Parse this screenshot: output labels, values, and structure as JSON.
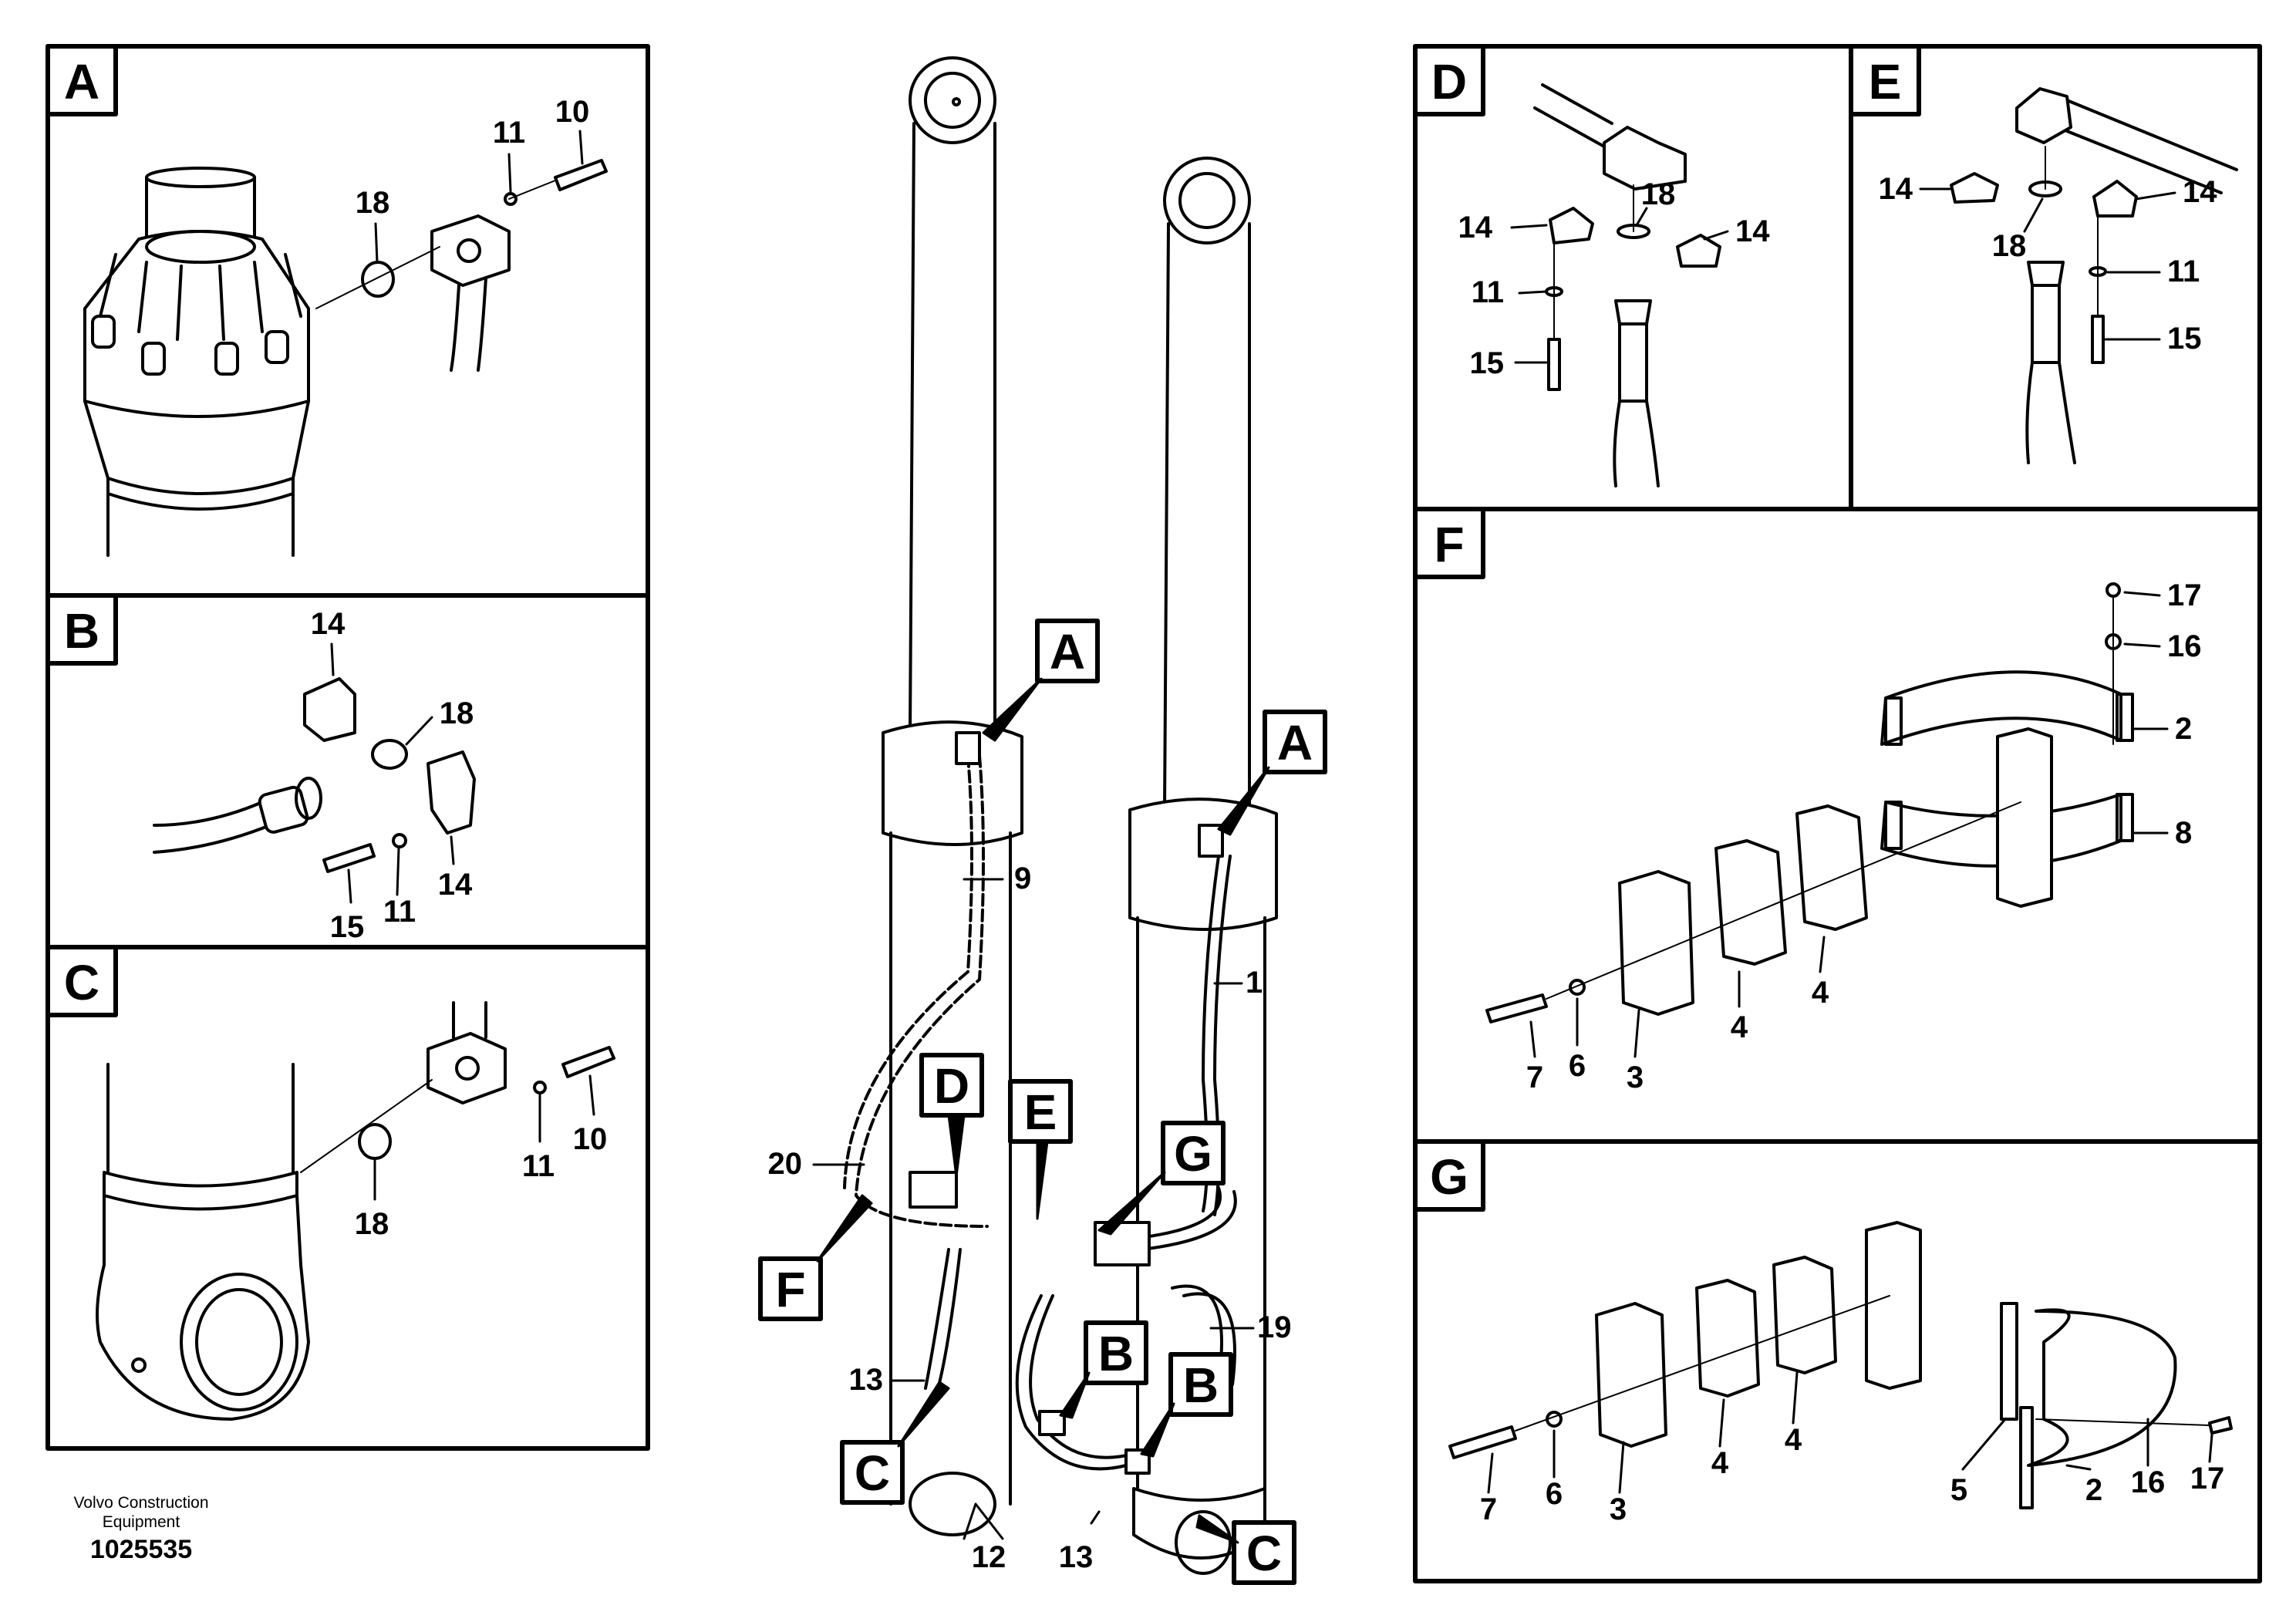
{
  "footer": {
    "company": "Volvo Construction",
    "company2": "Equipment",
    "drawing_number": "1025535"
  },
  "panels": {
    "A": {
      "letter": "A",
      "callouts": [
        "10",
        "11",
        "18"
      ]
    },
    "B": {
      "letter": "B",
      "callouts": [
        "14",
        "18",
        "15",
        "11",
        "14"
      ]
    },
    "C": {
      "letter": "C",
      "callouts": [
        "10",
        "11",
        "18"
      ]
    },
    "D": {
      "letter": "D",
      "callouts": [
        "14",
        "18",
        "14",
        "11",
        "15"
      ]
    },
    "E": {
      "letter": "E",
      "callouts": [
        "14",
        "14",
        "18",
        "11",
        "15"
      ]
    },
    "F": {
      "letter": "F",
      "callouts": [
        "17",
        "16",
        "2",
        "8",
        "7",
        "6",
        "3",
        "4",
        "4"
      ]
    },
    "G": {
      "letter": "G",
      "callouts": [
        "7",
        "6",
        "3",
        "4",
        "4",
        "5",
        "2",
        "16",
        "17"
      ]
    }
  },
  "main": {
    "tags": [
      "A",
      "A",
      "D",
      "E",
      "G",
      "F",
      "B",
      "B",
      "C",
      "C"
    ],
    "callouts": [
      "9",
      "1",
      "20",
      "19",
      "13",
      "12",
      "13"
    ]
  }
}
